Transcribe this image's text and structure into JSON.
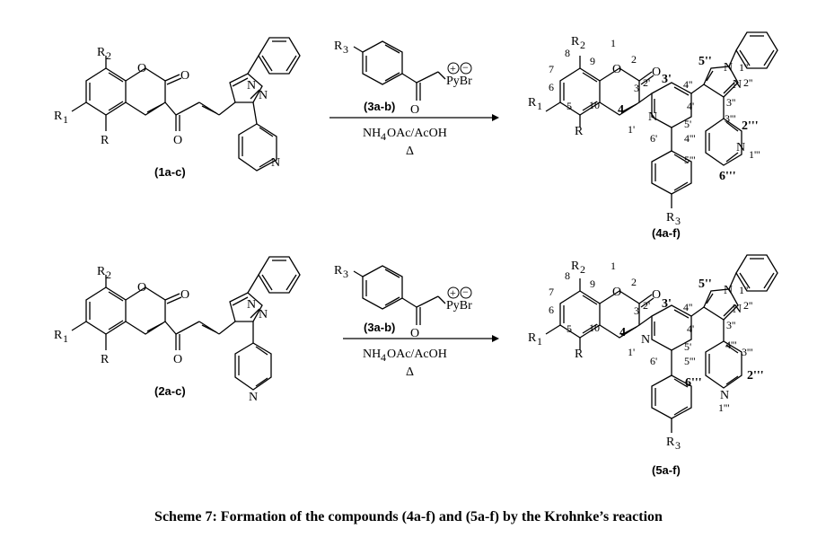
{
  "caption": "Scheme 7: Formation of the compounds (4a-f) and (5a-f) by the Krohnke’s reaction",
  "reagent": {
    "r3": "R",
    "r3_sub": "3",
    "pybr": "PyBr",
    "plus": "+",
    "minus": "−",
    "compound": "(3a-b)",
    "o": "O",
    "condition_nh4": "NH",
    "condition_sub4": "4",
    "condition_rest": "OAc/AcOH",
    "delta": "Δ"
  },
  "reaction1": {
    "reactant_label": "(1a-c)",
    "product_label": "(4a-f)",
    "pyridine_n_label": "N"
  },
  "reaction2": {
    "reactant_label": "(2a-c)",
    "product_label": "(5a-f)",
    "pyridine_n_label": "N"
  },
  "atoms": {
    "R": "R",
    "R1": "R",
    "R1_sub": "1",
    "R2": "R",
    "R2_sub": "2",
    "O": "O",
    "N": "N"
  },
  "numbering1": {
    "n1": "1",
    "n2": "2",
    "n3": "3",
    "n4": "4",
    "n5": "5",
    "n6": "6",
    "n7": "7",
    "n8": "8",
    "n9": "9",
    "n10": "10",
    "n2p": "2'",
    "n3p": "3'",
    "n4p": "4'",
    "n5p": "5'",
    "n6p": "6'",
    "n1p": "1'",
    "n1pp": "1''",
    "n2pp": "2''",
    "n3pp": "3''",
    "n5pp": "5''",
    "n3ppp": "3'''",
    "n2ppp": "2'''",
    "n4ppp": "4'''",
    "n5ppp": "5'''",
    "n6ppp": "6'''",
    "n1ppp": "1'''"
  },
  "numbering2": {
    "n1": "1",
    "n2": "2",
    "n3": "3",
    "n4": "4",
    "n5": "5",
    "n6": "6",
    "n7": "7",
    "n8": "8",
    "n9": "9",
    "n10": "10",
    "n2p": "2'",
    "n3p": "3'",
    "n4p": "4'",
    "n5p": "5'",
    "n6p": "6'",
    "n1p": "1'",
    "n1pp": "1''",
    "n2pp": "2''",
    "n3pp": "3''",
    "n5pp": "5''",
    "n4ppp": "4'''",
    "n3ppp": "3'''",
    "n5ppp": "5'''",
    "n2ppp": "2'''",
    "n6ppp": "6'''",
    "n1ppp": "1'''"
  }
}
